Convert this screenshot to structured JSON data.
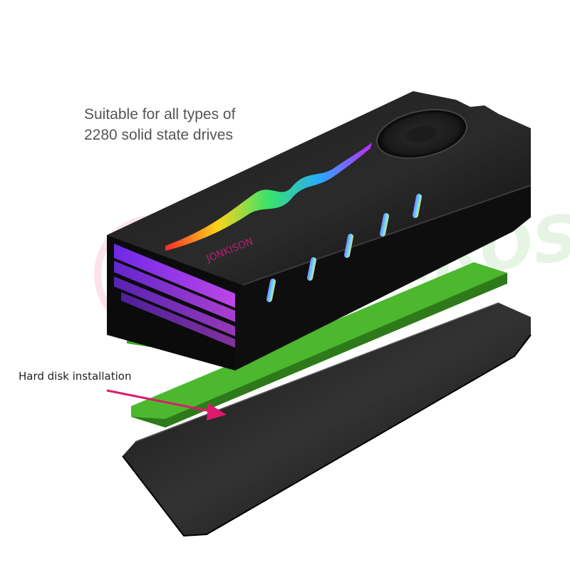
{
  "product": {
    "caption_line1": "Suitable for all types of",
    "caption_line2": "2280 solid state drives",
    "callout_label": "Hard disk installation",
    "brand_engraving": "JONKISON",
    "watermark_text": "ARMEROS"
  },
  "colors": {
    "board_green": "#4bb82e",
    "board_edge": "#2e7a1a",
    "housing_black": "#0b0b0b",
    "arrow_magenta": "#e0186f"
  }
}
